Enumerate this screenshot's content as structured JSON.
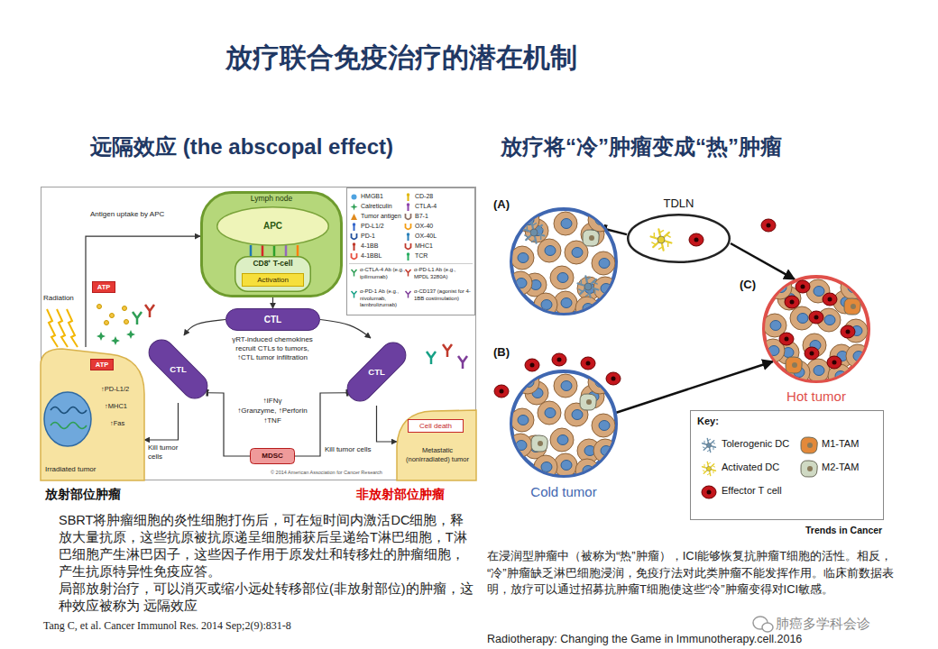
{
  "diagram": {
    "title": "放疗联合免疫治疗的潜在机制",
    "nodes": [
      {
        "text": [
          "远隔效应 (the abscopal effect)"
        ]
      },
      {
        "text": [
          "Lymph node"
        ],
        "in": 0
      },
      {
        "text": [
          "APC"
        ],
        "in": 1
      },
      {
        "text": [
          "CD8⁺ T-cell"
        ],
        "in": 1
      },
      {
        "text": [
          "Activation"
        ],
        "in": 3
      },
      {
        "text": [
          "CTL"
        ],
        "in": 0
      },
      {
        "text": [
          "ATP"
        ],
        "in": 0
      },
      {
        "text": [
          "Irradiated tumor"
        ],
        "in": 0
      },
      {
        "text": [
          "ATP"
        ],
        "in": 7
      },
      {
        "text": [
          "CTL"
        ],
        "in": 0
      },
      {
        "text": [
          "CTL"
        ],
        "in": 0
      },
      {
        "text": [
          "Metastatic (nonirradiated) tumor"
        ],
        "in": 0
      },
      {
        "text": [
          "Cell death"
        ],
        "in": 11
      },
      {
        "text": [
          "MDSC"
        ],
        "in": 0
      },
      {
        "text": [
          "放疗将“冷”肿瘤变成“热”肿瘤"
        ]
      },
      {
        "text": [
          "(A)"
        ],
        "in": 14
      },
      {
        "text": [
          "TDLN"
        ],
        "in": 14
      },
      {
        "text": [
          "(B)",
          "Cold tumor"
        ],
        "in": 14
      },
      {
        "text": [
          "(C)",
          "Hot tumor"
        ],
        "in": 14
      },
      {
        "text": [
          "Key:"
        ],
        "in": 14
      }
    ],
    "edges": [
      {
        "from": 3,
        "to": 5,
        "arrow": "to"
      },
      {
        "from": 7,
        "to": 1,
        "arrow": "to",
        "label": "Antigen uptake by APC"
      },
      {
        "from": 5,
        "to": 9,
        "arrow": "to"
      },
      {
        "from": 5,
        "to": 10,
        "arrow": "to"
      },
      {
        "from": 9,
        "to": 7,
        "arrow": "to",
        "label": "Kill tumor cells"
      },
      {
        "from": 10,
        "to": 11,
        "arrow": "to",
        "label": "Kill tumor cells"
      },
      {
        "from": 13,
        "to": 9,
        "arrow": "to"
      },
      {
        "from": 13,
        "to": 10,
        "arrow": "to"
      },
      {
        "from": 16,
        "to": 15,
        "arrow": "to"
      },
      {
        "from": 16,
        "to": 18,
        "arrow": "to"
      },
      {
        "from": 17,
        "to": 18,
        "arrow": "to"
      }
    ],
    "labels": [
      "Radiation",
      "↑PD-L1/2",
      "↑MHC1",
      "↑Fas",
      "γRT-induced chemokines recruit CTLs to tumors, ↑CTL tumor infiltration",
      "↑IFNγ",
      "↑Granzyme, ↑Perforin",
      "↑TNF",
      "© 2014 American Association for Cancer Research",
      "放射部位肿瘤",
      "非放射部位肿瘤",
      "SBRT将肿瘤细胞的炎性细胞打伤后，可在短时间内激活DC细胞，释放大量抗原，这些抗原被抗原递呈细胞捕获后呈递给T淋巴细胞，T淋巴细胞产生淋巴因子，这些因子作用于原发灶和转移灶的肿瘤细胞，产生抗原特异性免疫应答。",
      "局部放射治疗，可以消灭或缩小远处转移部位(非放射部位)的肿瘤，这种效应被称为 远隔效应",
      "Tang C, et al. Cancer Immunol Res. 2014 Sep;2(9):831-8",
      "Trends in Cancer",
      "在浸润型肿瘤中（被称为“热”肿瘤），ICI能够恢复抗肿瘤T细胞的活性。相反，“冷”肿瘤缺乏淋巴细胞浸润，免疫疗法对此类肿瘤不能发挥作用。临床前数据表明，放疗可以通过招募抗肿瘤T细胞使这些“冷”肿瘤变得对ICI敏感。",
      "Radiotherapy: Changing the Game in Immunotherapy.cell.2016",
      "肺癌多学科会诊"
    ],
    "legend": [
      {
        "text": "HMGB1"
      },
      {
        "text": "Calreticulin"
      },
      {
        "text": "Tumor antigen"
      },
      {
        "text": "PD-L1/2"
      },
      {
        "text": "PD-1"
      },
      {
        "text": "4-1BB"
      },
      {
        "text": "4-1BBL"
      },
      {
        "text": "CD-28"
      },
      {
        "text": "CTLA-4"
      },
      {
        "text": "B7-1"
      },
      {
        "text": "OX-40"
      },
      {
        "text": "OX-40L"
      },
      {
        "text": "MHC1"
      },
      {
        "text": "TCR"
      },
      {
        "text": "α-CTLA-4 Ab (e.g., ipilimumab)"
      },
      {
        "text": "α-PD-L1 Ab (e.g., MPDL 3280A)"
      },
      {
        "text": "α-PD-1 Ab (e.g., nivolumab, lambrolizumab)"
      },
      {
        "text": "α-CD137 (agonist for 4-1BB costimulation)"
      },
      {
        "text": "Tolerogenic DC"
      },
      {
        "text": "Activated DC"
      },
      {
        "text": "Effector T cell"
      },
      {
        "text": "M1-TAM"
      },
      {
        "text": "M2-TAM"
      }
    ]
  }
}
